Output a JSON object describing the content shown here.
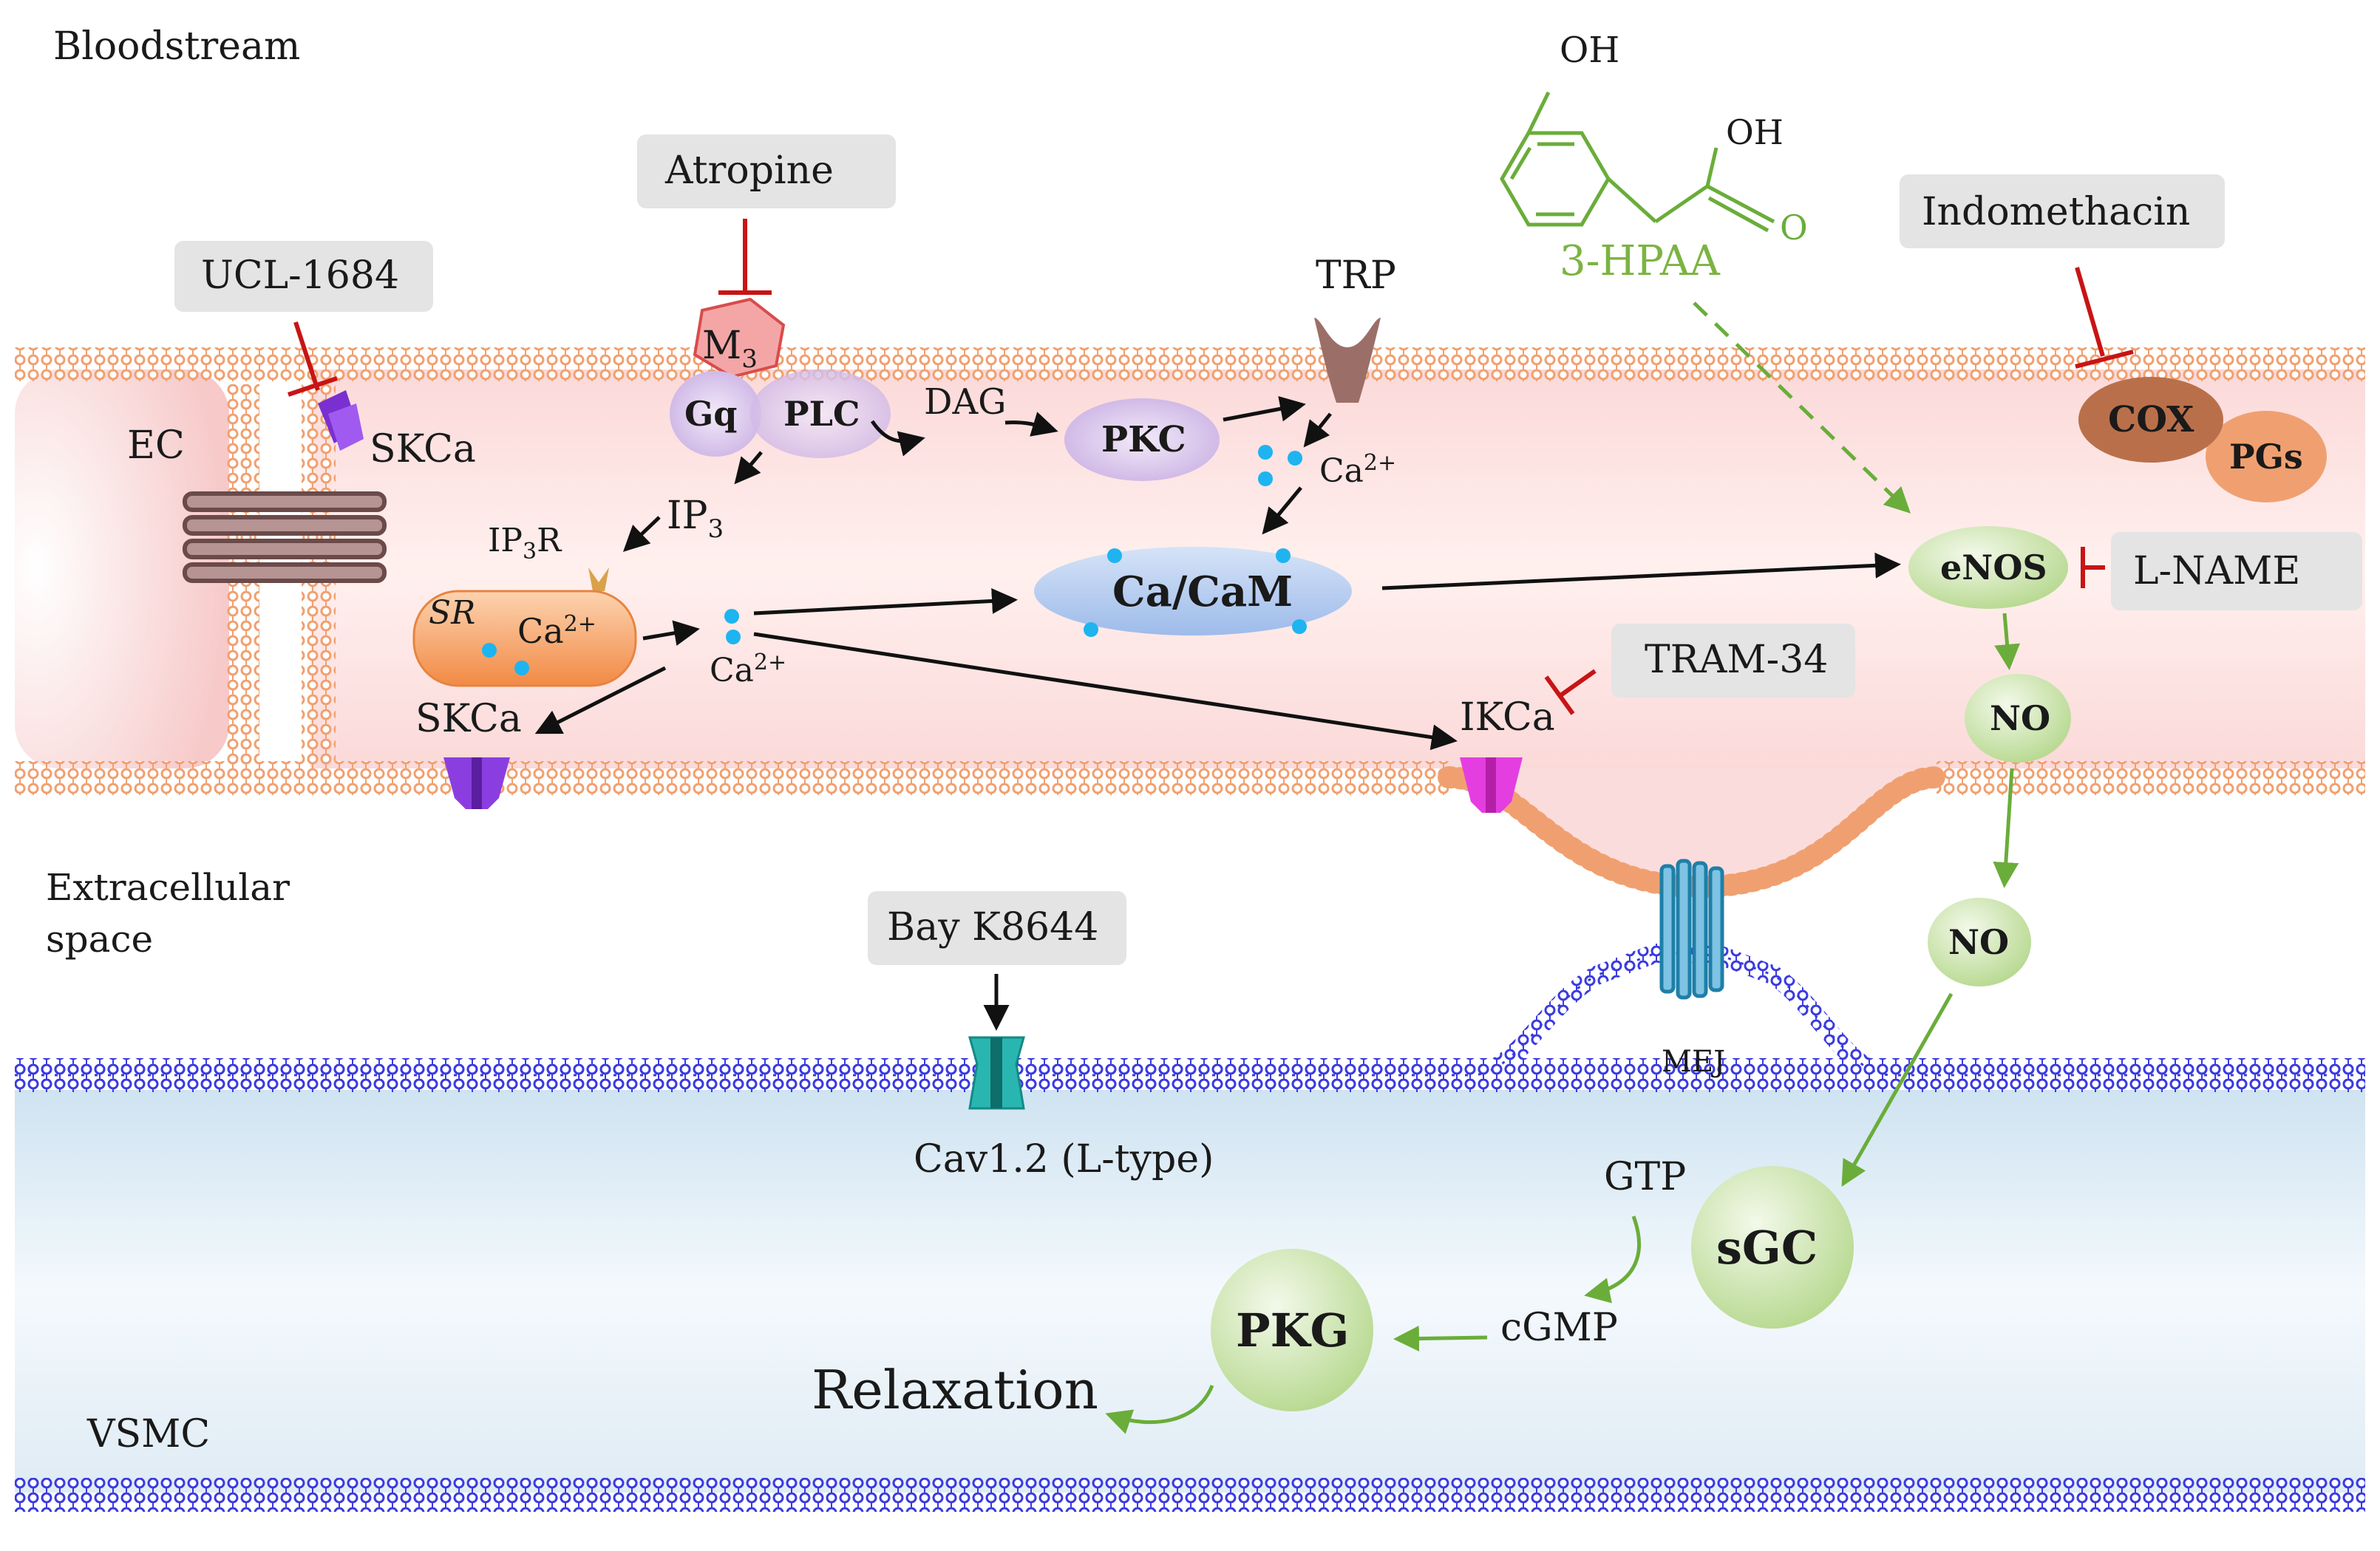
{
  "regions": {
    "bloodstream": "Bloodstream",
    "extracellular_line1": "Extracellular",
    "extracellular_line2": "space",
    "vsmc": "VSMC",
    "ec": "EC"
  },
  "inhibitors": {
    "ucl1684": "UCL-1684",
    "atropine": "Atropine",
    "indomethacin": "Indomethacin",
    "lname": "L-NAME",
    "tram34": "TRAM-34",
    "baykk8644": "Bay K8644"
  },
  "compound": {
    "name": "3-HPAA",
    "oh_ring": "OH",
    "oh_acid": "OH",
    "o_acid": "O"
  },
  "nodes": {
    "m3_base": "M",
    "m3_sub": "3",
    "gq": "Gq",
    "plc": "PLC",
    "dag": "DAG",
    "pkc": "PKC",
    "trp": "TRP",
    "ip3_base": "IP",
    "ip3_sub": "3",
    "ip3r_base": "IP",
    "ip3r_sub": "3",
    "ip3r_tail": "R",
    "sr": "SR",
    "ca_sr": "Ca",
    "ca_sr_sup": "2+",
    "ca_mid": "Ca",
    "ca_mid_sup": "2+",
    "ca_trp": "Ca",
    "ca_trp_sup": "2+",
    "cacam": "Ca/CaM",
    "skca_top": "SKCa",
    "skca_bottom": "SKCa",
    "ikca": "IKCa",
    "cox": "COX",
    "pgs": "PGs",
    "enos": "eNOS",
    "no_ec": "NO",
    "no_ext": "NO",
    "mej": "MEJ",
    "cav": "Cav1.2 (L-type)",
    "gtp": "GTP",
    "sgc": "sGC",
    "cgmp": "cGMP",
    "pkg": "PKG",
    "relaxation": "Relaxation"
  },
  "colors": {
    "ec_membrane": "#f0a070",
    "vsmc_membrane": "#3a3ae0",
    "inhibition": "#c81414",
    "green_pathway": "#6aad3a",
    "compound": "#7cb342",
    "cacam_fill": "#b7cdf0",
    "sr_fill": "#f5a063",
    "calcium_dot": "#1eb4f0"
  },
  "icons": {
    "ec_gap_junction": "gap-junction-icon",
    "skca_channel": "potassium-channel-icon",
    "ikca_channel": "potassium-channel-icon",
    "trp_channel": "trp-channel-icon",
    "cav_channel": "calcium-channel-icon",
    "mej_junction": "myoendothelial-junction-icon",
    "ip3r_receptor": "ip3-receptor-icon"
  }
}
